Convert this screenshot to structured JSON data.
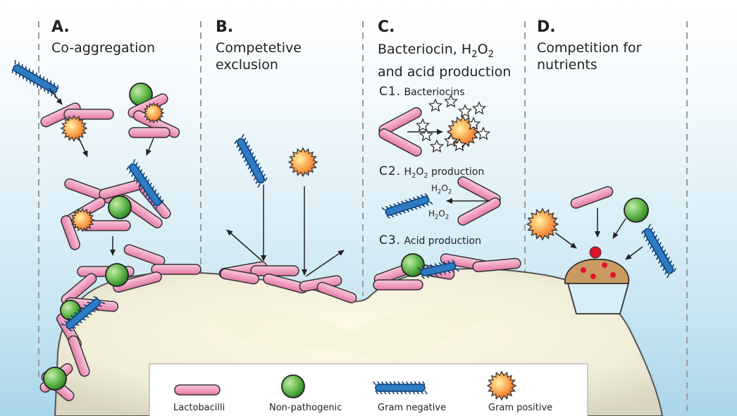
{
  "panels": [
    {
      "letter": "A.",
      "title": [
        "Co-aggregation"
      ]
    },
    {
      "letter": "B.",
      "title": [
        "Competetive",
        "exclusion"
      ]
    },
    {
      "letter": "C.",
      "title_line1_prefix": "Bacteriocin, H",
      "title_line1_sub": "2",
      "title_line1_suffix": "O",
      "title_line1_sub2": "2",
      "title_line2": "and acid production"
    },
    {
      "letter": "D.",
      "title": [
        "Competition for",
        "nutrients"
      ]
    }
  ],
  "subpanels": [
    {
      "id": "C1.",
      "label": "Bacteriocins"
    },
    {
      "id": "C2.",
      "label_prefix": "H",
      "label_sub": "2",
      "label_mid": "O",
      "label_sub2": "2",
      "label_suffix": " production"
    },
    {
      "id": "C3.",
      "label": "Acid production"
    }
  ],
  "chem": {
    "h": "H",
    "o": "O",
    "sub": "2"
  },
  "legend": [
    "Lactobacilli",
    "Non-pathogenic",
    "Gram negative",
    "Gram positive"
  ]
}
